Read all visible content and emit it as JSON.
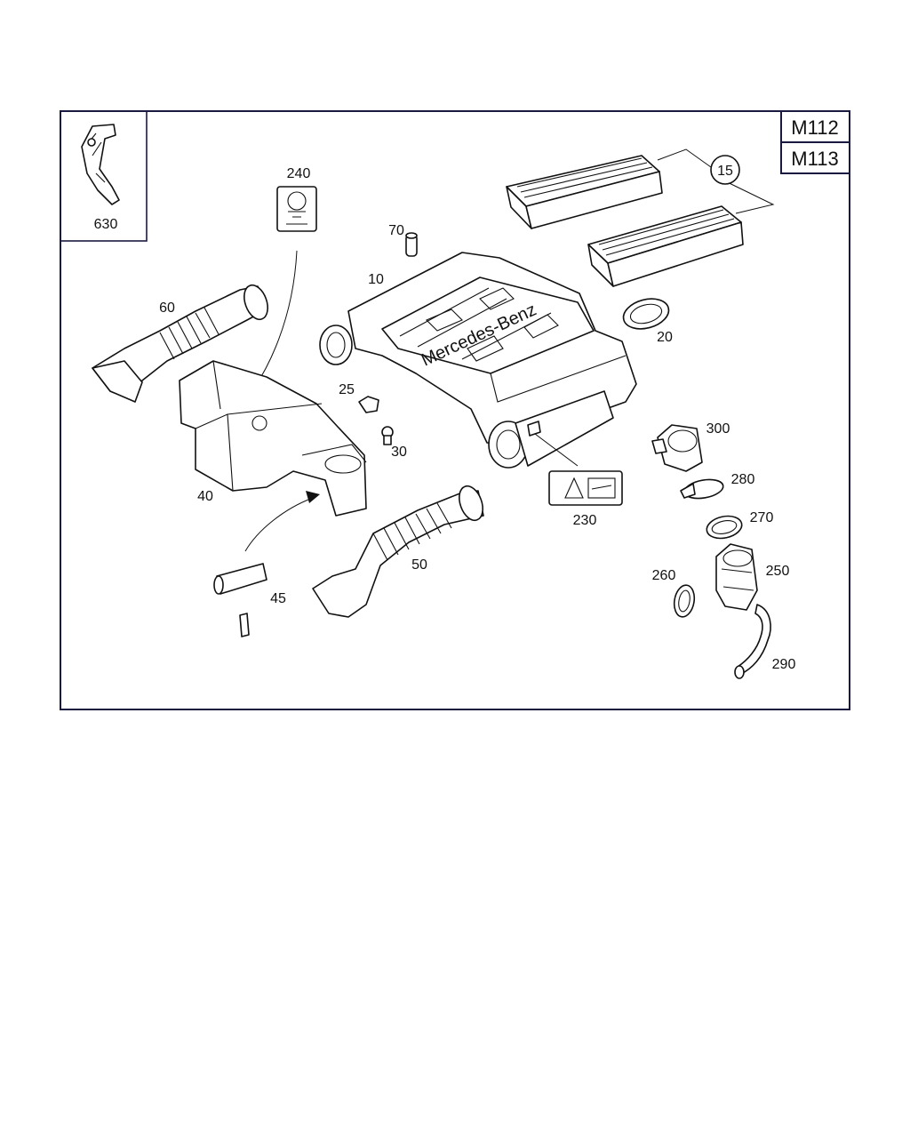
{
  "engines": [
    "M112",
    "M113"
  ],
  "brand_text": "Mercedes-Benz",
  "labels": {
    "p10": "10",
    "p15": "15",
    "p20": "20",
    "p25": "25",
    "p30": "30",
    "p40": "40",
    "p45": "45",
    "p50": "50",
    "p60": "60",
    "p70": "70",
    "p230": "230",
    "p240": "240",
    "p250": "250",
    "p260": "260",
    "p270": "270",
    "p280": "280",
    "p290": "290",
    "p300": "300",
    "p630": "630"
  },
  "colors": {
    "line": "#111111",
    "background": "#ffffff",
    "frame": "#1a1a40"
  }
}
